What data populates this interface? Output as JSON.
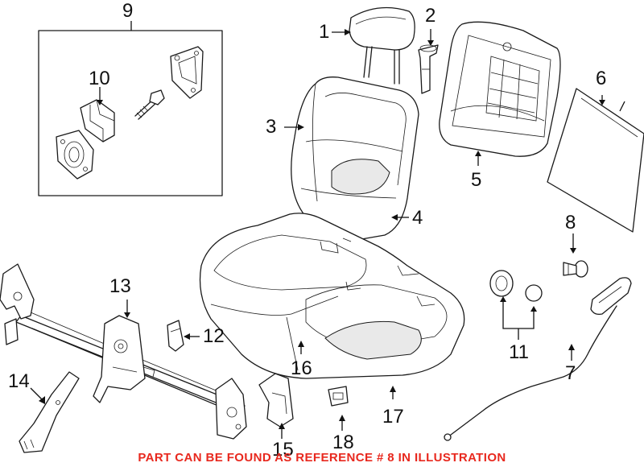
{
  "callouts": {
    "c1": "1",
    "c2": "2",
    "c3": "3",
    "c4": "4",
    "c5": "5",
    "c6": "6",
    "c7": "7",
    "c8": "8",
    "c9": "9",
    "c10": "10",
    "c11": "11",
    "c12": "12",
    "c13": "13",
    "c14": "14",
    "c15": "15",
    "c16": "16",
    "c17": "17",
    "c18": "18"
  },
  "notice": "PART CAN BE FOUND AS REFERENCE # 8 IN ILLUSTRATION",
  "colors": {
    "notice": "#e8281e",
    "line": "#1a1a1a",
    "background": "#ffffff"
  }
}
